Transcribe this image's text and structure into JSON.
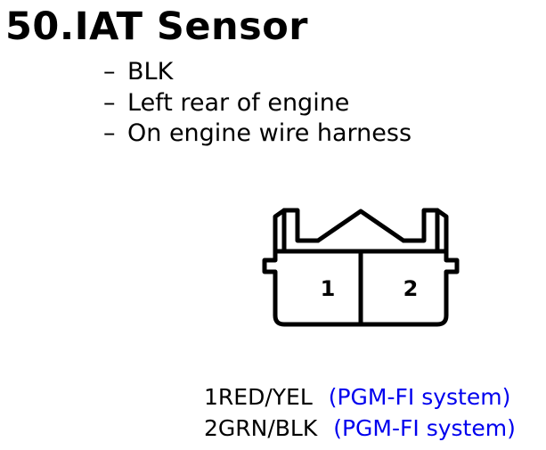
{
  "title": "50.IAT Sensor",
  "bullets": [
    "BLK",
    "Left rear of engine",
    "On engine wire harness"
  ],
  "bullet_marker": "–",
  "connector": {
    "pins": [
      "1",
      "2"
    ]
  },
  "wires": [
    {
      "pin": "1",
      "color": "RED/YEL",
      "system": "(PGM-FI system)"
    },
    {
      "pin": "2",
      "color": "GRN/BLK",
      "system": "(PGM-FI system)"
    }
  ],
  "colors": {
    "note": "#0000ee",
    "text": "#000000"
  }
}
